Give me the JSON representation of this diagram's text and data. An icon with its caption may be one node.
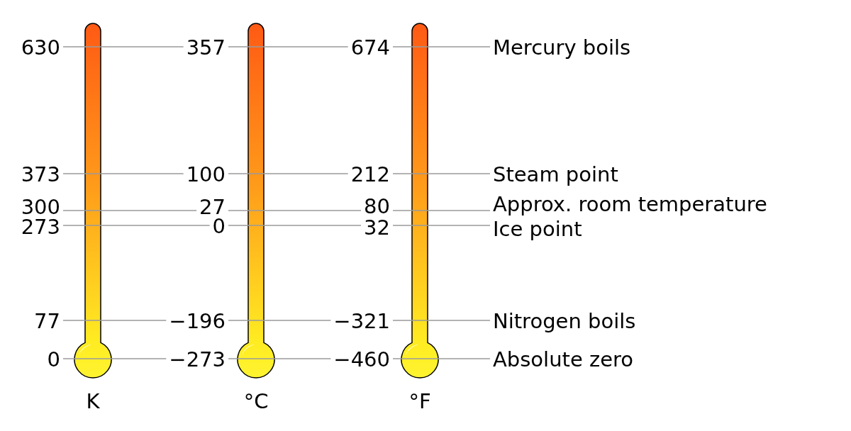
{
  "diagram": {
    "nodes": [
      {
        "text": [
          "K"
        ]
      },
      {
        "text": [
          "°C"
        ]
      },
      {
        "text": [
          "°F"
        ]
      }
    ],
    "labels": [
      "630",
      "357",
      "674",
      "Mercury boils",
      "373",
      "100",
      "212",
      "Steam point",
      "300",
      "27",
      "80",
      "Approx. room temperature",
      "273",
      "0",
      "32",
      "Ice point",
      "77",
      "−196",
      "−321",
      "Nitrogen boils",
      "0",
      "−273",
      "−460",
      "Absolute zero"
    ]
  }
}
